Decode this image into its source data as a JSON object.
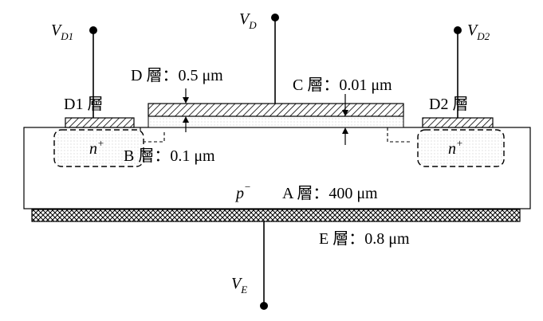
{
  "terminals": {
    "vd1": {
      "main": "V",
      "sub": "D1"
    },
    "vd": {
      "main": "V",
      "sub": "D"
    },
    "vd2": {
      "main": "V",
      "sub": "D2"
    },
    "ve": {
      "main": "V",
      "sub": "E"
    }
  },
  "layers": {
    "d1": "D1 層",
    "d2": "D2 層",
    "d": "D 層：0.5 μm",
    "c": "C 層：0.01 μm",
    "b": "B 層：0.1 μm",
    "a": "A 層：400 μm",
    "e": "E 層：0.8 μm"
  },
  "doping": {
    "substrate": {
      "main": "p",
      "sup": "−"
    },
    "left_well": {
      "main": "n",
      "sup": "+"
    },
    "right_well": {
      "main": "n",
      "sup": "+"
    }
  }
}
